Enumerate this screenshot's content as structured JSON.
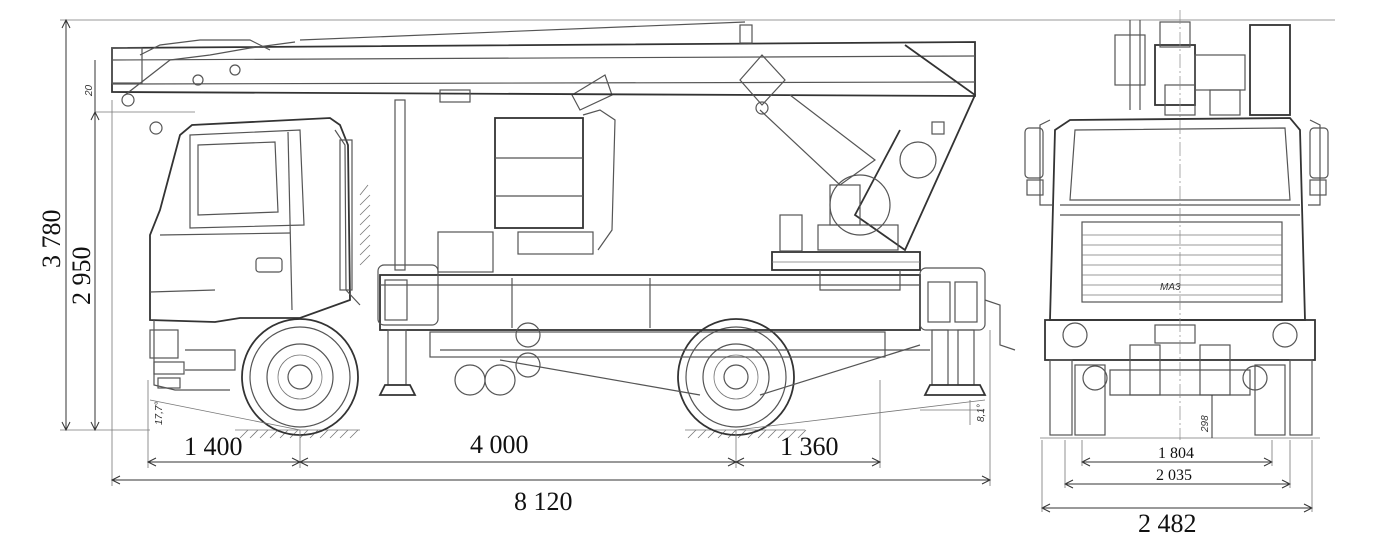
{
  "dimensions": {
    "height_total": "3 780",
    "height_cab": "2 950",
    "front_overhang": "1 400",
    "wheelbase": "4 000",
    "rear_overhang": "1 360",
    "length_total": "8 120",
    "track_inner": "1 804",
    "track_outer": "2 035",
    "width_total": "2 482",
    "small_top": "20",
    "approach_angle": "17,7°",
    "departure_angle": "8,1°",
    "clearance": "298"
  },
  "logo": "MA3"
}
